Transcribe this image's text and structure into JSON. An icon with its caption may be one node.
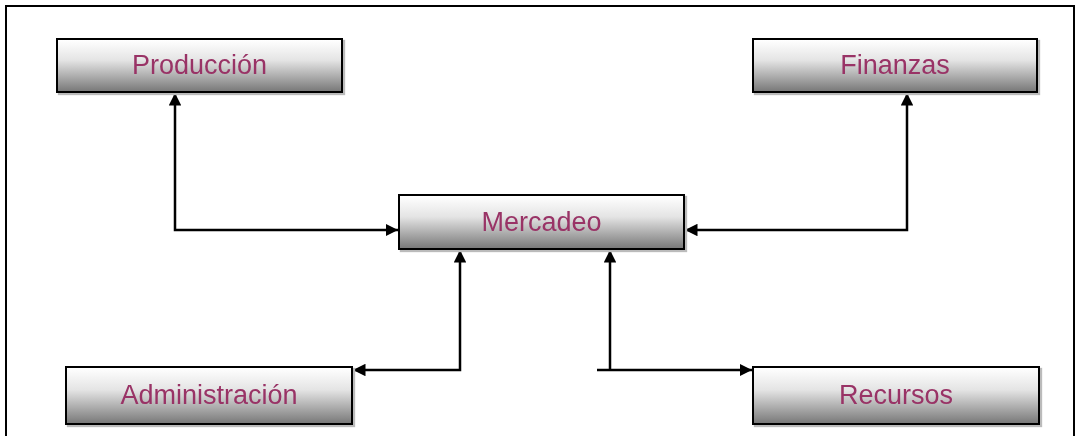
{
  "diagram": {
    "nodes": [
      {
        "text": [
          "Producción"
        ]
      },
      {
        "text": [
          "Finanzas"
        ]
      },
      {
        "text": [
          "Mercadeo"
        ]
      },
      {
        "text": [
          "Administración"
        ]
      },
      {
        "text": [
          "Recursos"
        ]
      }
    ],
    "edges": [
      {
        "from": 2,
        "to": 0,
        "arrow": "both"
      },
      {
        "from": 2,
        "to": 1,
        "arrow": "both"
      },
      {
        "from": 2,
        "to": 3,
        "arrow": "both"
      },
      {
        "from": 2,
        "to": 4,
        "arrow": "both"
      }
    ]
  }
}
